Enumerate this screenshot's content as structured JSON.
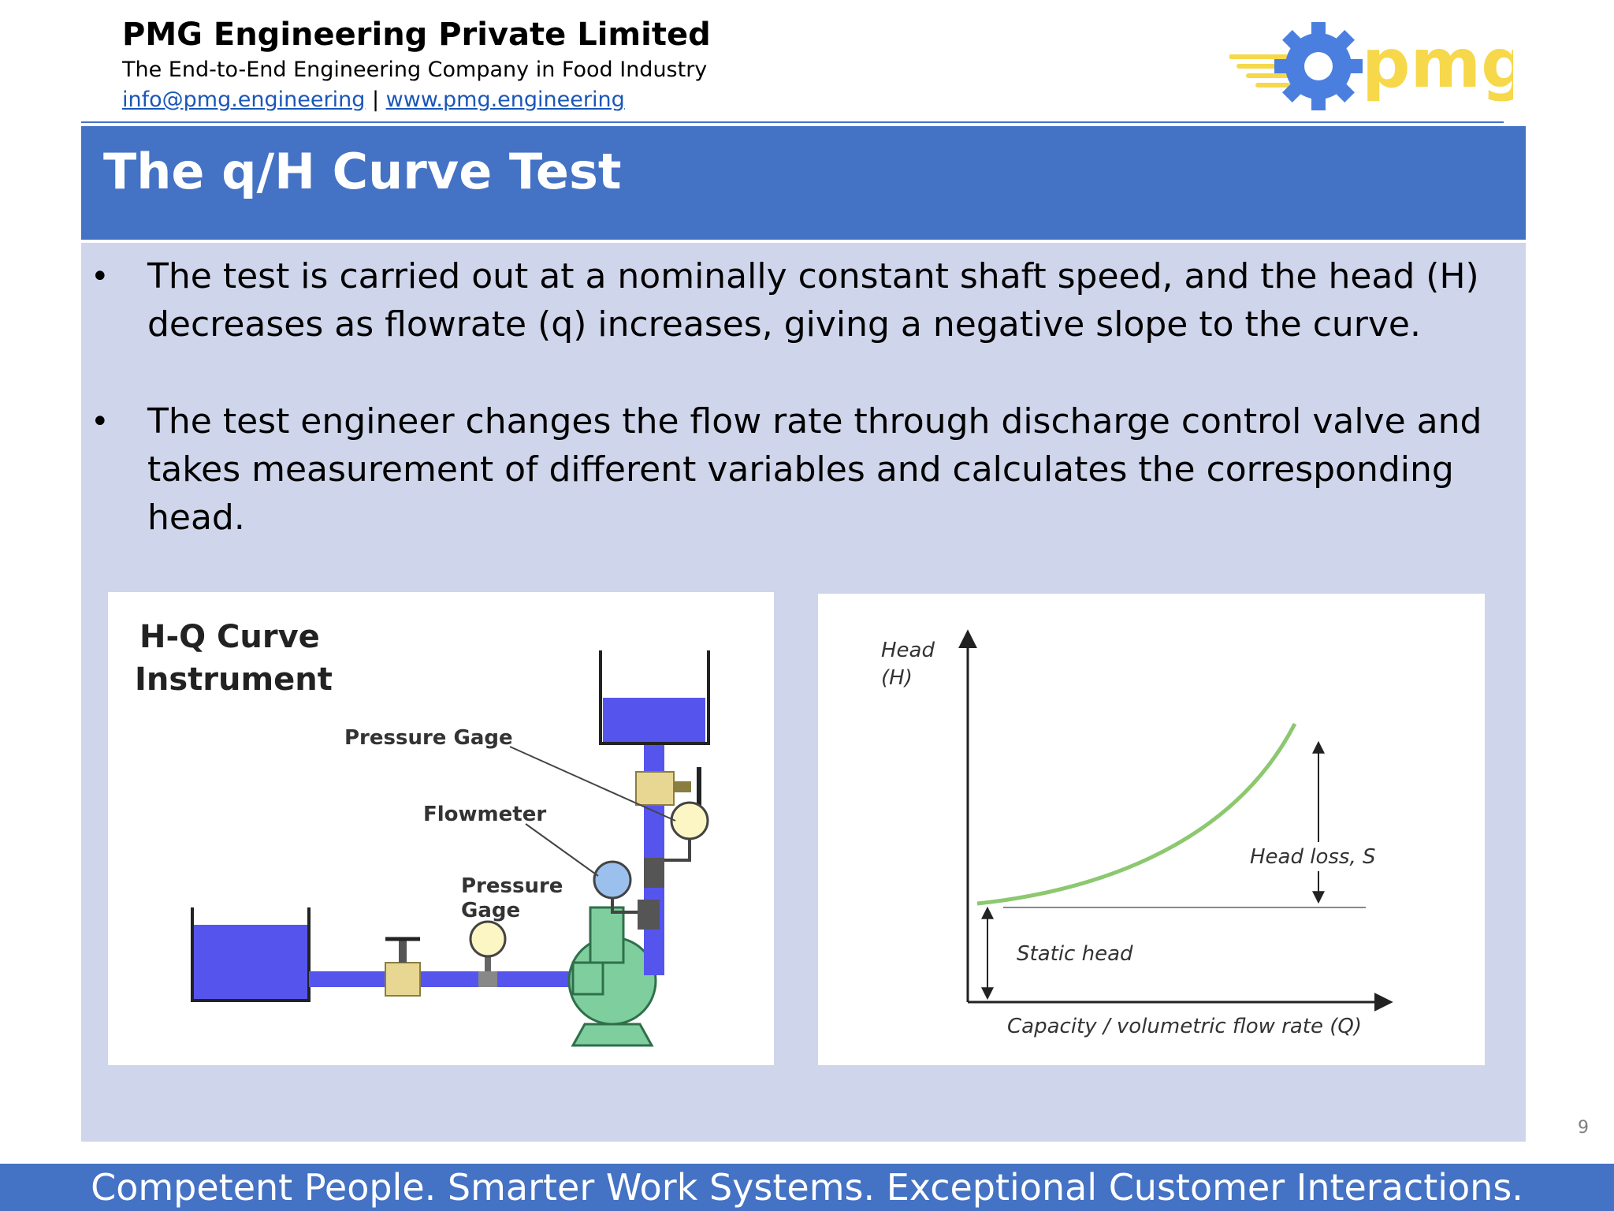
{
  "header": {
    "company_name": "PMG Engineering Private Limited",
    "tagline": "The End-to-End Engineering Company in Food Industry",
    "email": "info@pmg.engineering",
    "separator": "|",
    "website": "www.pmg.engineering",
    "logo_text": "pmg",
    "logo_colors": {
      "gear": "#4a7fe0",
      "text": "#f6d84a",
      "lines": "#f6d84a"
    }
  },
  "slide": {
    "title": "The q/H Curve Test",
    "bullets": [
      {
        "dot": "•",
        "text": "The test is carried out at a nominally constant shaft speed, and the head (H) decreases as flowrate (q) increases, giving a negative slope to the curve."
      },
      {
        "dot": "•",
        "text": "The test engineer changes the flow rate through discharge control valve and takes measurement of different variables and calculates the corresponding head."
      }
    ],
    "page_number": "9"
  },
  "instrument_figure": {
    "title_line1": "H-Q Curve",
    "title_line2": "Instrument",
    "label_pressure_gage_top": "Pressure Gage",
    "label_flowmeter": "Flowmeter",
    "label_pressure_line1": "Pressure",
    "label_pressure_line2": "Gage"
  },
  "curve_figure": {
    "y_label_line1": "Head",
    "y_label_line2": "(H)",
    "x_label": "Capacity / volumetric flow rate (Q)",
    "head_loss_label": "Head loss, S",
    "static_head_label": "Static head"
  },
  "footer": {
    "text": "Competent People. Smarter Work Systems. Exceptional Customer Interactions."
  },
  "colors": {
    "title_bar": "#4472c4",
    "content_bg": "#cfd5ea",
    "curve": "#8cc870",
    "water": "#5555ee",
    "pump": "#7fcf9e"
  }
}
